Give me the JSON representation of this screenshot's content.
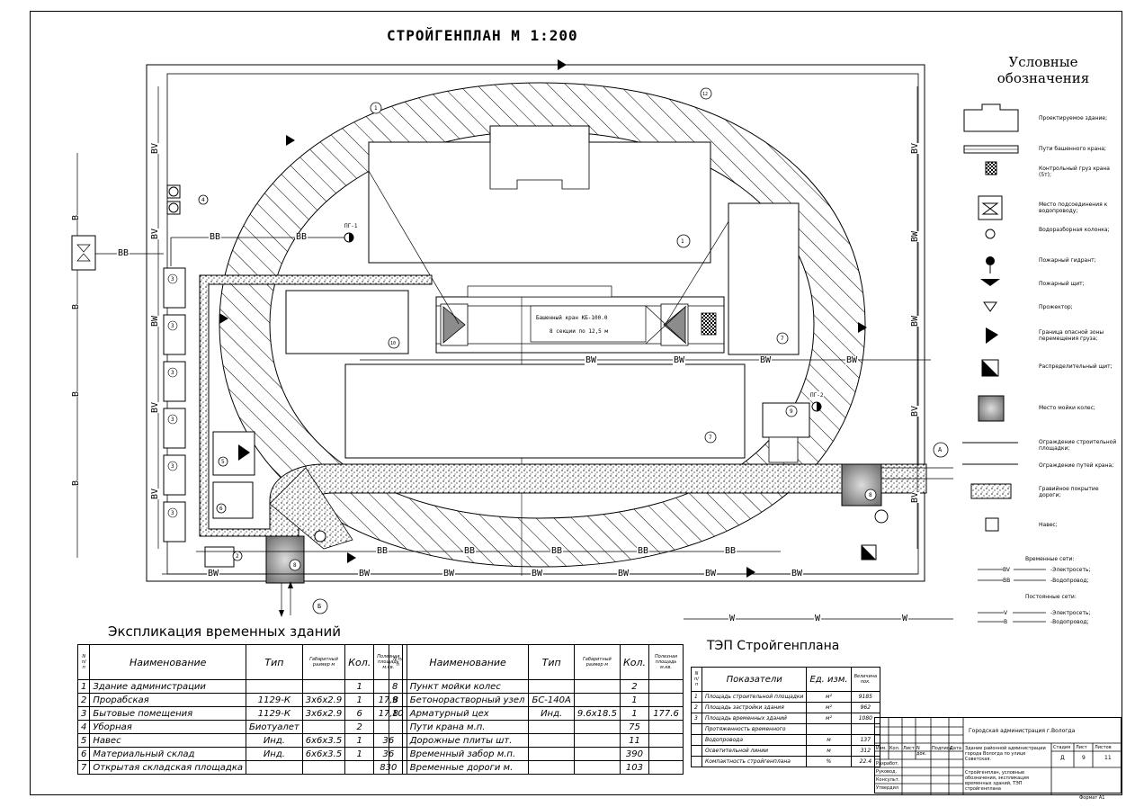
{
  "drawing": {
    "title": "СТРОЙГЕНПЛАН М 1:200",
    "crane_label_1": "Башенный кран КБ-100.0",
    "crane_label_2": "8 секции по 12,5 м"
  },
  "line_labels": {
    "bv": "BV",
    "bb": "BB",
    "bw": "BW",
    "b": "B",
    "w": "W"
  },
  "markers": {
    "post_1": "ПГ-1",
    "post_2": "ПГ-2",
    "axis_a": "А",
    "axis_b": "Б",
    "n1": "1",
    "n2": "2",
    "n3": "3",
    "n4": "4",
    "n5": "5",
    "n6": "6",
    "n7": "7",
    "n8": "8",
    "n9": "9",
    "n10": "10",
    "n12": "12"
  },
  "legend": {
    "title_1": "Условные",
    "title_2": "обозначения",
    "items": [
      "Проектируемое здание;",
      "Пути башенного крана;",
      "Контрольный груз крана (5т);",
      "Место подсоединения к водопроводу;",
      "Водоразборная колонка;",
      "Пожарный гидрант;",
      "Пожарный щит;",
      "Прожектор;",
      "Граница опасной зоны перемещения груза;",
      "Распределительный щит;",
      "Место мойки колес;",
      "Ограждение строительной площадки;",
      "Ограждение путей крана;",
      "Гравийное покрытие дороги;",
      "Навес;"
    ],
    "temp_networks": "Временные сети:",
    "temp_power_code": "BV",
    "temp_power": "-Электросеть;",
    "temp_water_code": "BB",
    "temp_water": "-Водопровод;",
    "perm_networks": "Постоянные сети:",
    "perm_power_code": "V",
    "perm_power": "-Электросеть;",
    "perm_water_code": "B",
    "perm_water": "-Водопровод;"
  },
  "explication": {
    "title": "Экспликация временных зданий",
    "headers": [
      "N п/п",
      "Наименование",
      "Тип",
      "Габаритный размер м",
      "Кол.",
      "Полезная площадь м.кв."
    ],
    "rows": [
      [
        "1",
        "Здание администрации",
        "",
        "",
        "1",
        ""
      ],
      [
        "2",
        "Прорабская",
        "1129-К",
        "3x6x2.9",
        "1",
        "17,8"
      ],
      [
        "3",
        "Бытовые помещения",
        "1129-К",
        "3x6x2.9",
        "6",
        "17,8"
      ],
      [
        "4",
        "Уборная",
        "Биотуалет",
        "",
        "2",
        ""
      ],
      [
        "5",
        "Навес",
        "Инд.",
        "6x6x3.5",
        "1",
        "36"
      ],
      [
        "6",
        "Материальный склад",
        "Инд.",
        "6x6x3.5",
        "1",
        "36"
      ],
      [
        "7",
        "Открытая складская площадка",
        "",
        "",
        "",
        "830"
      ]
    ],
    "rows2": [
      [
        "8",
        "Пункт мойки колес",
        "",
        "",
        "2",
        ""
      ],
      [
        "9",
        "Бетонорастворный узел",
        "БС-140А",
        "",
        "1",
        ""
      ],
      [
        "10",
        "Арматурный цех",
        "Инд.",
        "9.6x18.5",
        "1",
        "177.6"
      ],
      [
        "",
        "Пути крана м.п.",
        "",
        "",
        "75",
        ""
      ],
      [
        "",
        "Дорожные плиты шт.",
        "",
        "",
        "11",
        ""
      ],
      [
        "",
        "Временный забор м.п.",
        "",
        "",
        "390",
        ""
      ],
      [
        "",
        "Временные дороги м.",
        "",
        "",
        "103",
        ""
      ]
    ]
  },
  "tep": {
    "title": "ТЭП Стройгенплана",
    "headers": [
      "N п/п",
      "Показатели",
      "Ед. изм.",
      "Величина пок."
    ],
    "rows": [
      [
        "1",
        "Площадь строительной площадки",
        "м²",
        "9185"
      ],
      [
        "2",
        "Площадь застройки здания",
        "м²",
        "962"
      ],
      [
        "3",
        "Площадь временных зданий",
        "м²",
        "1080"
      ],
      [
        "",
        "Протяженность временного",
        "",
        ""
      ],
      [
        "",
        "Водопровода",
        "м",
        "137"
      ],
      [
        "",
        "Осветительной линии",
        "м",
        "312"
      ],
      [
        "",
        "Компактность стройгенплана",
        "%",
        "22.4"
      ]
    ]
  },
  "stamp": {
    "org": "Городская администрация г.Вологда",
    "object": "Здание районной администрации города Вологда по улице Советская.",
    "sheet_desc": "Стройгенплан, условные обозначения, экспликация временных зданий, ТЭП стройгенплана",
    "col_stage": "Стадия",
    "col_sheet": "Лист",
    "col_sheets": "Листов",
    "stage": "Д",
    "sheet": "9",
    "sheets": "11",
    "row_labels": [
      "Изм.",
      "Кол.",
      "Лист",
      "N док.",
      "Подпись",
      "Дата"
    ],
    "roles": [
      "Разработ.",
      "Руковод.",
      "Консульт.",
      "Утвердил"
    ],
    "format": "Формат А1"
  },
  "colors": {
    "line": "#000000",
    "fill_gray": "#8c8c8c"
  }
}
